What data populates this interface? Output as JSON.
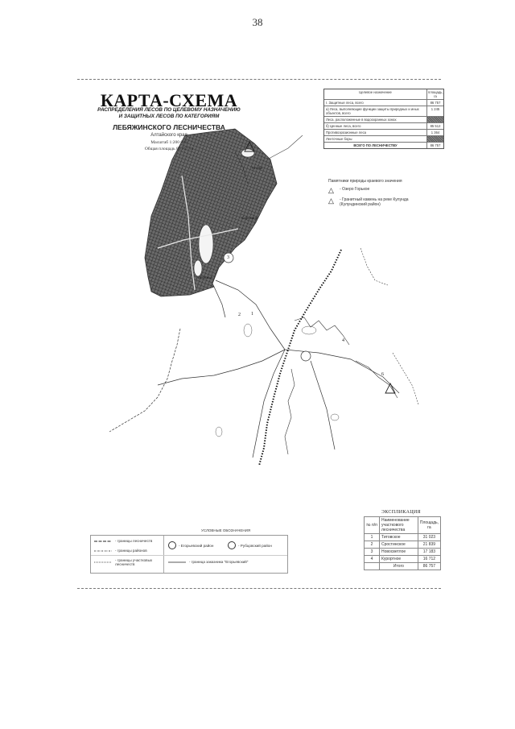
{
  "page_number": "38",
  "map": {
    "title": "КАРТА-СХЕМА",
    "subtitle_line1": "РАСПРЕДЕЛЕНИЯ ЛЕСОВ ПО ЦЕЛЕВОМУ НАЗНАЧЕНИЮ",
    "subtitle_line2": "И ЗАЩИТНЫХ ЛЕСОВ ПО КАТЕГОРИЯМ",
    "forestry": "ЛЕБЯЖИНСКОГО ЛЕСНИЧЕСТВА",
    "region": "Алтайского края",
    "scale": "Масштаб 1:200 000",
    "total_area": "Общая площадь 86 757 га"
  },
  "categories_table": {
    "header": "Целевое назначение",
    "header_area": "площадь, га",
    "rows": [
      {
        "label": "I. Защитные леса, всего",
        "value": "86 757"
      },
      {
        "label": "а) Леса, выполняющие функции защиты природных и иных объектов, всего",
        "value": "1 245",
        "swatch": false
      },
      {
        "label": "Леса, расположенные в водоохранных зонах",
        "value": "",
        "swatch": true
      },
      {
        "label": "б) Ценные леса, всего",
        "value": "85 512"
      },
      {
        "label": "Противоэрозионные леса",
        "value": "1 364"
      },
      {
        "label": "Ленточные боры",
        "value": "",
        "swatch": true
      },
      {
        "label": "ВСЕГО ПО ЛЕСНИЧЕСТВУ",
        "value": "86 757"
      }
    ]
  },
  "nature_legend": {
    "title": "Памятники природы краевого значения",
    "items": [
      {
        "symbol": "△",
        "label": "- Озеро Горькое"
      },
      {
        "symbol": "△",
        "label": "- Гранитный камень на реке Кулунда (Кулундинский район)"
      }
    ]
  },
  "explication": {
    "title": "ЭКСПЛИКАЦИЯ",
    "header_no": "№ п/п",
    "header_name": "Наименование участкового лесничества",
    "header_area": "Площадь, га",
    "rows": [
      {
        "no": "1",
        "name": "Титовское",
        "area": "31 023"
      },
      {
        "no": "2",
        "name": "Сростинское",
        "area": "21 839"
      },
      {
        "no": "3",
        "name": "Новосветлое",
        "area": "17 183"
      },
      {
        "no": "4",
        "name": "Курортное",
        "area": "16 712"
      }
    ],
    "total_label": "Итого",
    "total_area": "86 757"
  },
  "conventional_signs": {
    "title": "УСЛОВНЫЕ ОБОЗНАЧЕНИЯ",
    "items": [
      {
        "label": "- границы лесничеств"
      },
      {
        "label": "- границы районов"
      },
      {
        "label": "- границы участковых лесничеств"
      },
      {
        "label": "- Егорьевский район"
      },
      {
        "label": "- Рубцовский район"
      },
      {
        "label": "- граница заказника \"Егорьевский\""
      }
    ]
  },
  "map_labels": {
    "sites": [
      "1",
      "4",
      "2",
      "3",
      "6"
    ],
    "settlements": [
      "Лебяжье",
      "Сорокино",
      "Титово"
    ]
  },
  "colors": {
    "forest_fill": "#4a4a4a",
    "line_dark": "#333333",
    "rail_black": "#111111"
  }
}
